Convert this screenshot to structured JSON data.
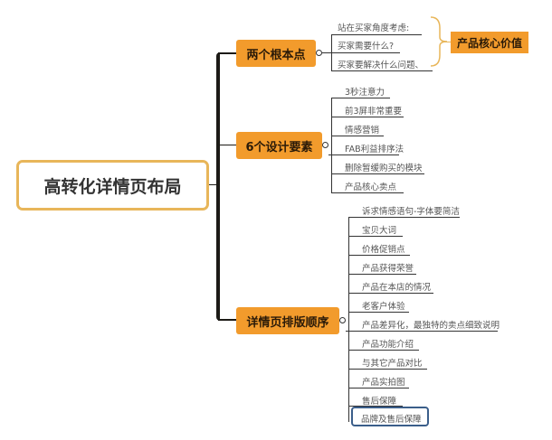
{
  "root": {
    "label": "高转化详情页布局"
  },
  "branches": [
    {
      "label": "两个根本点",
      "items": [
        "站在买家角度考虑:",
        "买家需要什么?",
        "买家要解决什么问题、"
      ],
      "summary": "产品核心价值"
    },
    {
      "label": "6个设计要素",
      "items": [
        "3秒注意力",
        "前3屏非常重要",
        "情感营销",
        "FAB利益排序法",
        "删除暂缓购买的模块",
        "产品核心卖点"
      ]
    },
    {
      "label": "详情页排版顺序",
      "items": [
        "诉求情感语句-字体要简洁",
        "宝贝大词",
        "价格促销点",
        "产品获得荣誉",
        "产品在本店的情况",
        "老客户体验",
        "产品差异化，最独特的卖点细致说明",
        "产品功能介绍",
        "与其它产品对比",
        "产品实拍图",
        "售后保障",
        "品牌及售后保障"
      ]
    }
  ],
  "colors": {
    "branch_fill": "#f29b2c",
    "root_border": "#e8b65a",
    "highlight_border": "#3b5e8a"
  }
}
